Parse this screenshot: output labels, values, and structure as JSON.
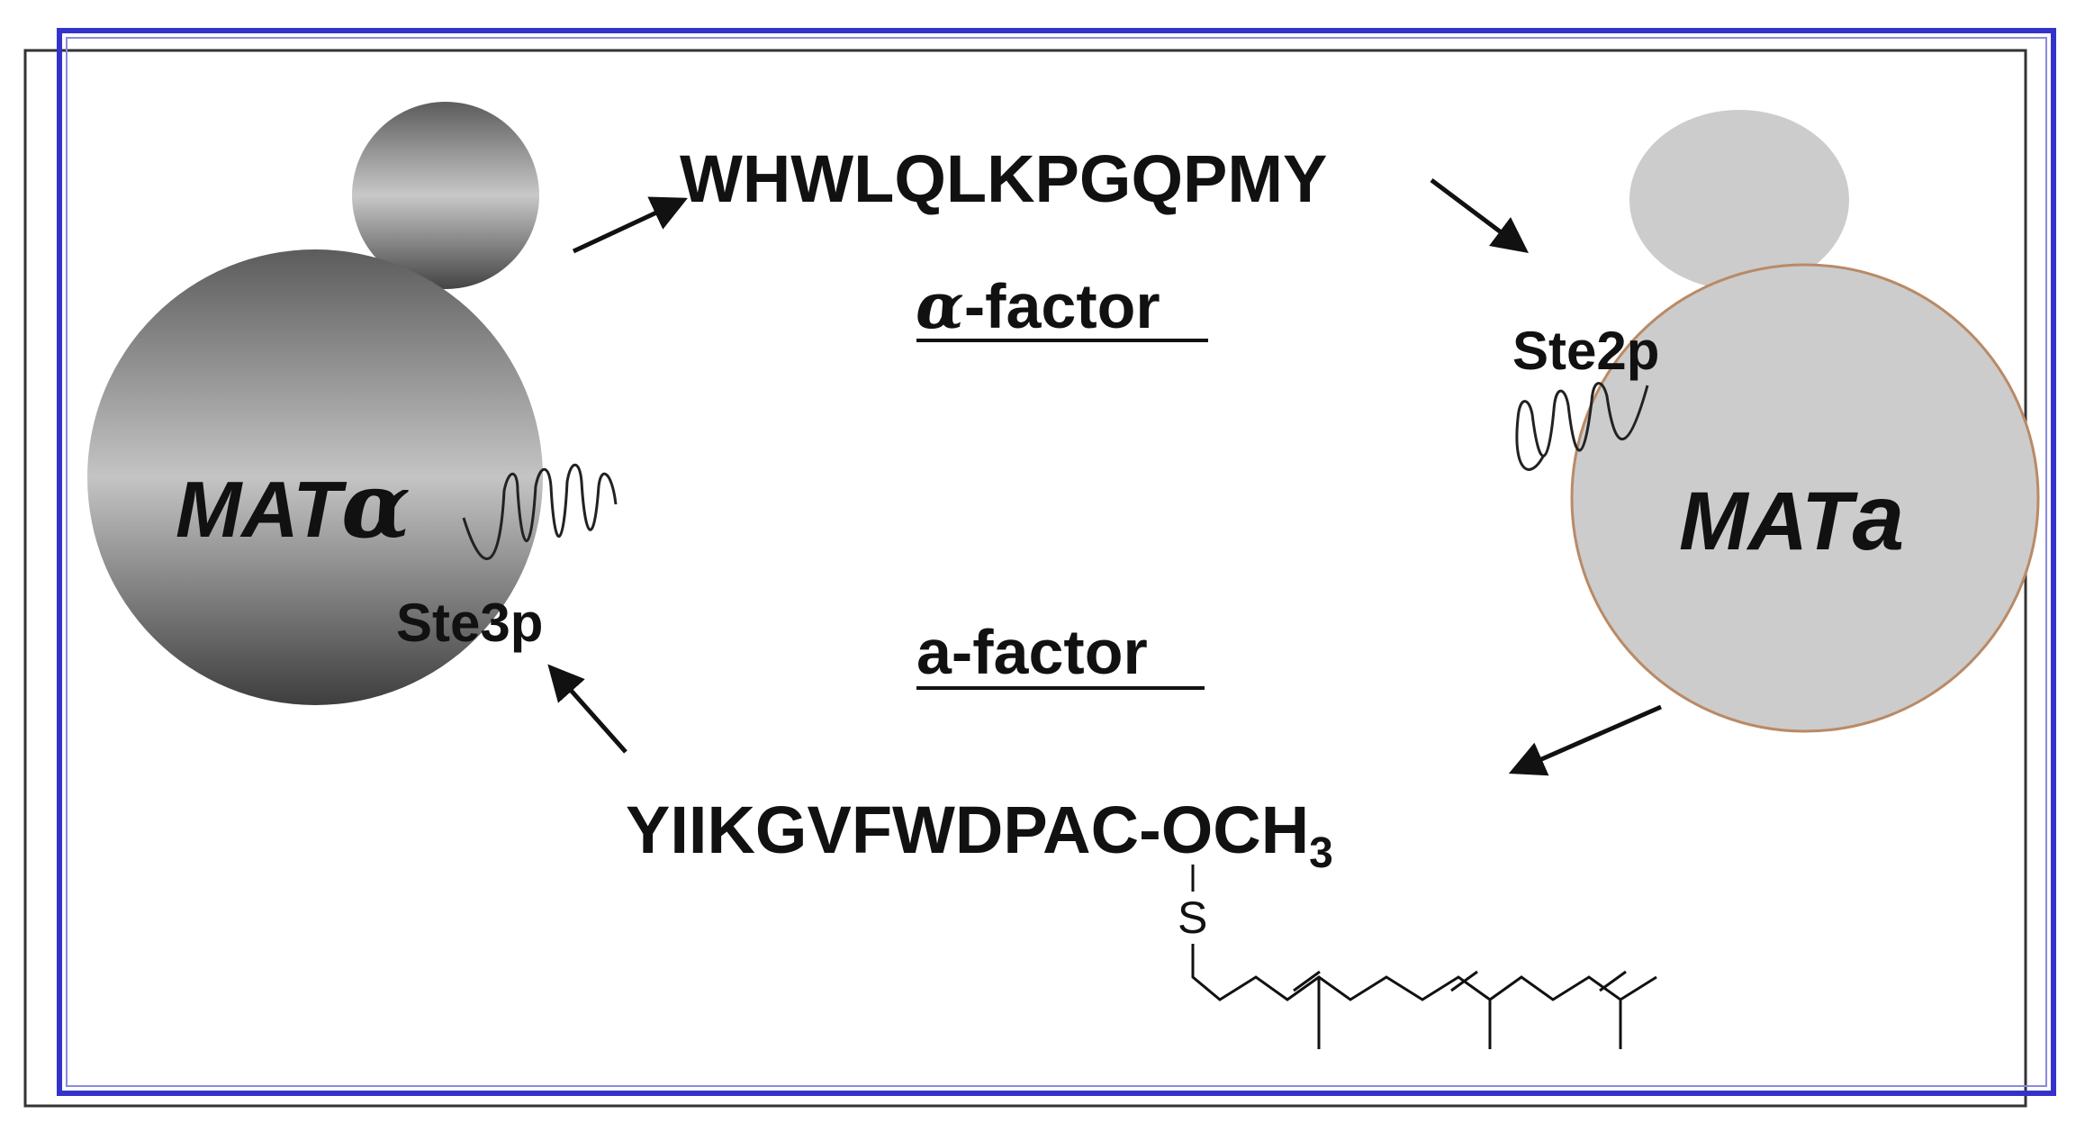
{
  "cells": {
    "alpha_cell_label": "MAT",
    "alpha_cell_greek": "α",
    "a_cell_label": "MAT",
    "a_cell_suffix": "a"
  },
  "receptors": {
    "alpha_receptor": "Ste2p",
    "a_receptor": "Ste3p"
  },
  "pheromones": {
    "alpha_factor_sequence": "WHWLQLKPGQPMY",
    "alpha_factor_greek": "α",
    "alpha_factor_label": "-factor",
    "a_factor_label": "a-factor",
    "a_factor_sequence": "YIIKGVFWDPAC-OCH",
    "a_factor_subscript": "3",
    "sulfur_atom": "S"
  },
  "colors": {
    "frame_blue": "#3333cc",
    "frame_black": "#333333",
    "a_cell_fill": "#cccccc",
    "a_cell_outline": "#b98a66",
    "alpha_cell_dark": "#4a4a4a",
    "alpha_cell_light": "#c8c8c8"
  }
}
